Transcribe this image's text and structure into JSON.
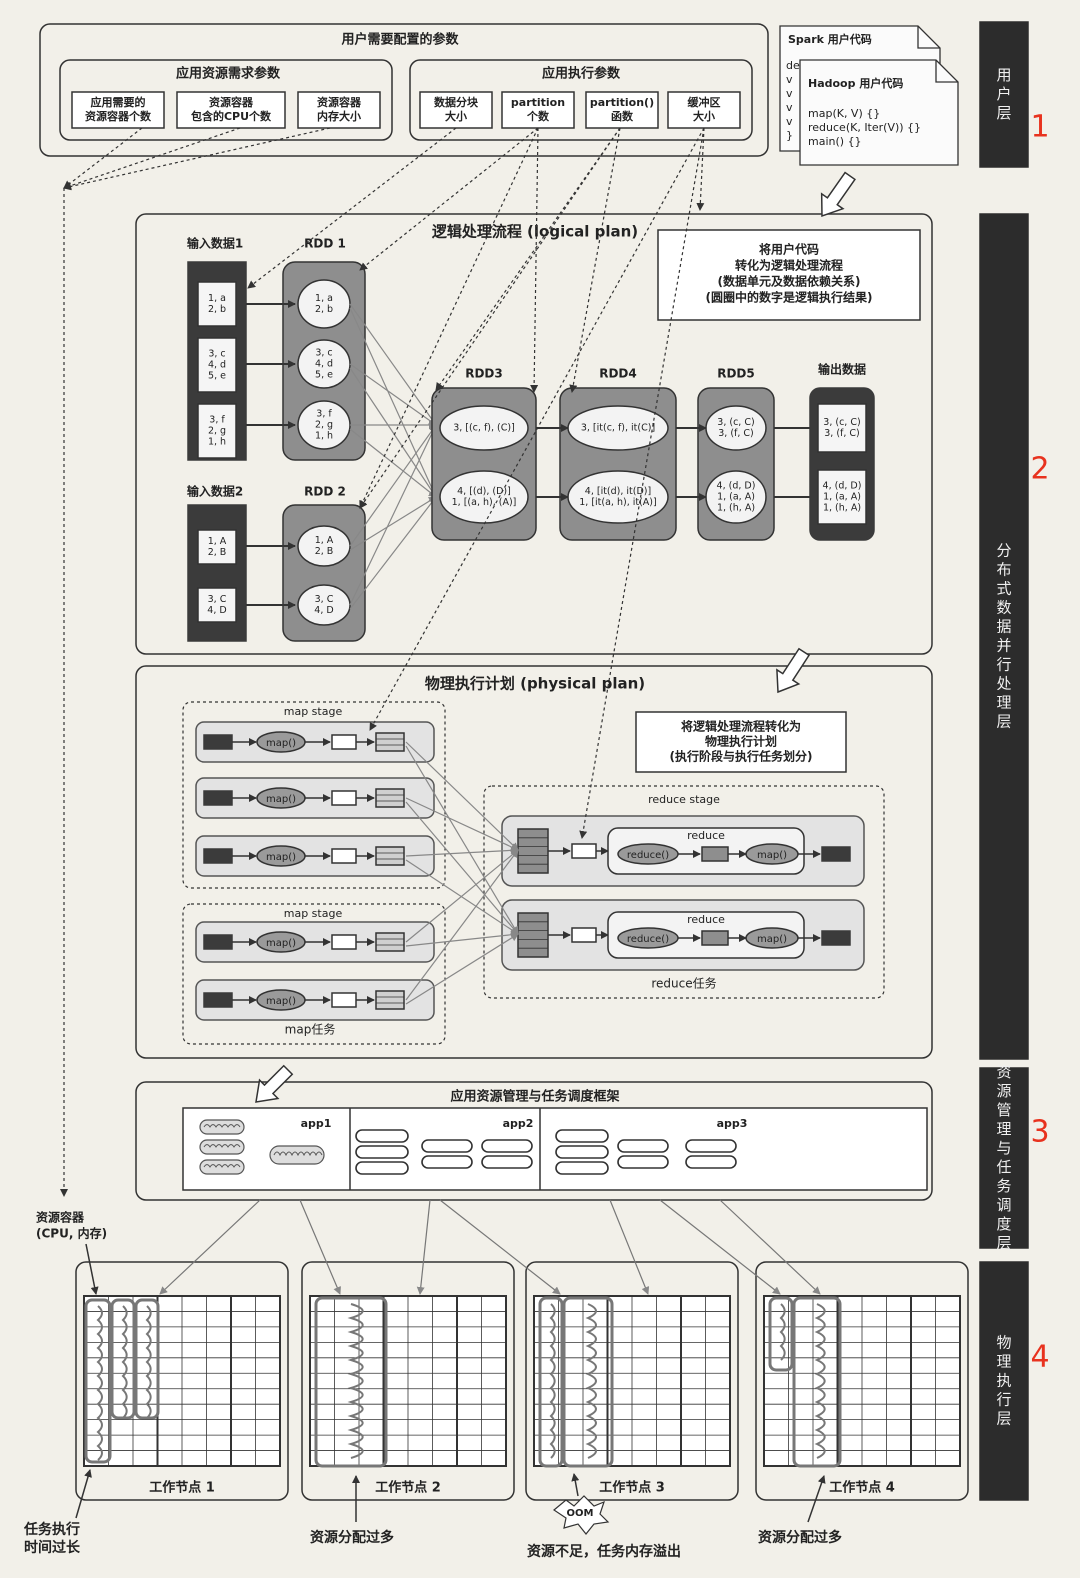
{
  "layers": [
    {
      "label": "用户层",
      "number": "1"
    },
    {
      "label": "分布式数据并行处理层",
      "number": "2"
    },
    {
      "label": "资源管理与任务调度层",
      "number": "3"
    },
    {
      "label": "物理执行层",
      "number": "4"
    }
  ],
  "user_layer": {
    "config_title": "用户需要配置的参数",
    "resource_group_title": "应用资源需求参数",
    "resource_params": [
      "应用需要的|资源容器个数",
      "资源容器|包含的CPU个数",
      "资源容器|内存大小"
    ],
    "exec_group_title": "应用执行参数",
    "exec_params": [
      "数据分块|大小",
      "partition|个数",
      "partition()|函数",
      "缓冲区|大小"
    ],
    "spark_doc": {
      "title": "Spark 用户代码",
      "lines": [
        "def",
        "v",
        "v",
        "v",
        "v",
        "}"
      ]
    },
    "hadoop_doc": {
      "title": "Hadoop 用户代码",
      "lines": [
        "map(K, V) {}",
        "reduce(K, Iter(V)) {}",
        "main() {}"
      ]
    }
  },
  "logical_plan": {
    "title": "逻辑处理流程 (logical plan)",
    "note": [
      "将用户代码",
      "转化为逻辑处理流程",
      "(数据单元及数据依赖关系)",
      "(圆圈中的数字是逻辑执行结果)"
    ],
    "input1": {
      "label": "输入数据1",
      "cells": [
        "1, a|2, b",
        "3, c|4, d|5, e",
        "3, f|2, g|1, h"
      ]
    },
    "rdd1": {
      "label": "RDD 1",
      "cells": [
        "1, a|2, b",
        "3, c|4, d|5, e",
        "3, f|2, g|1, h"
      ]
    },
    "input2": {
      "label": "输入数据2",
      "cells": [
        "1, A|2, B",
        "3, C|4, D"
      ]
    },
    "rdd2": {
      "label": "RDD 2",
      "cells": [
        "1, A|2, B",
        "3, C|4, D"
      ]
    },
    "rdd3": {
      "label": "RDD3",
      "cells": [
        "3, [(c, f), (C)]",
        "4, [(d), (D)]|1, [(a, h), (A)]"
      ]
    },
    "rdd4": {
      "label": "RDD4",
      "cells": [
        "3, [it(c, f), it(C)]",
        "4, [it(d), it(D)]|1, [it(a, h), it(A)]"
      ]
    },
    "rdd5": {
      "label": "RDD5",
      "cells": [
        "3, (c, C)|3, (f, C)",
        "4, (d, D)|1, (a, A)|1, (h, A)"
      ]
    },
    "output": {
      "label": "输出数据",
      "cells": [
        "3, (c, C)|3, (f, C)",
        "4, (d, D)|1, (a, A)|1, (h, A)"
      ]
    }
  },
  "physical_plan": {
    "title": "物理执行计划 (physical plan)",
    "note": [
      "将逻辑处理流程转化为",
      "物理执行计划",
      "(执行阶段与执行任务划分)"
    ],
    "map_stage_label": "map stage",
    "map_fn": "map()",
    "map_task_label": "map任务",
    "reduce_stage_label": "reduce stage",
    "reduce_label": "reduce",
    "reduce_fn": "reduce()",
    "reduce_task_label": "reduce任务"
  },
  "scheduler": {
    "title": "应用资源管理与任务调度框架",
    "apps": [
      "app1",
      "app2",
      "app3"
    ]
  },
  "physical_layer": {
    "container_label": [
      "资源容器",
      "(CPU, 内存)"
    ],
    "nodes": [
      "工作节点 1",
      "工作节点 2",
      "工作节点 3",
      "工作节点 4"
    ],
    "annotations": {
      "node1": [
        "任务执行",
        "时间过长"
      ],
      "node2": "资源分配过多",
      "node3": "资源不足，任务内存溢出",
      "oom": "OOM",
      "node4": "资源分配过多"
    }
  },
  "colors": {
    "dark": "#3b3b3b",
    "mid": "#8e8e8e",
    "light": "#e9e9e9",
    "red": "#e8321e"
  }
}
